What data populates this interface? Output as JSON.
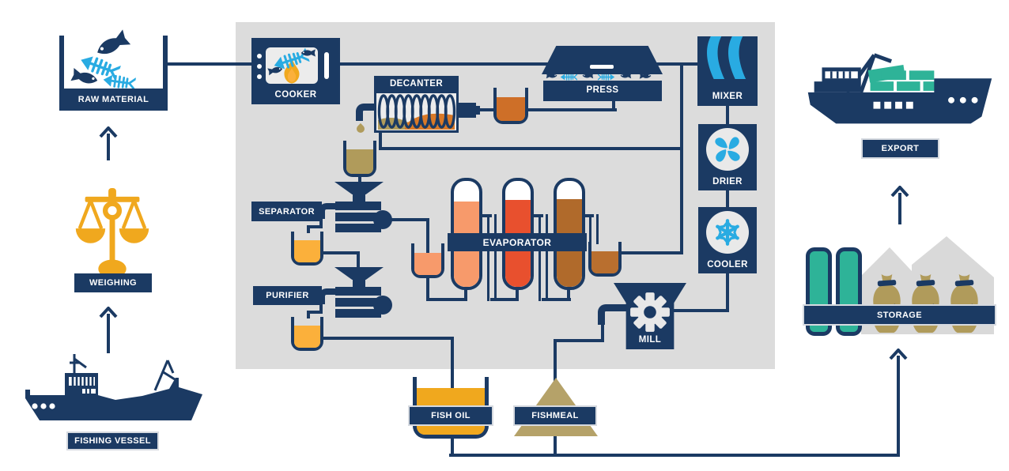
{
  "palette": {
    "navy": "#1b3a63",
    "light_blue": "#29abe2",
    "gold": "#f0a81e",
    "amber": "#fbb03b",
    "tan": "#b09b5b",
    "teal": "#2eb398",
    "panel_gray": "#dcdcdc",
    "salmon": "#f79a6b",
    "red_orange": "#e8502e",
    "brown": "#b06a2b",
    "dark_orange": "#ce6f28"
  },
  "stations": {
    "fishing_vessel": {
      "label": "FISHING VESSEL",
      "icon": "trawler-ship"
    },
    "weighing": {
      "label": "WEIGHING",
      "icon": "balance-scale"
    },
    "raw_material": {
      "label": "RAW MATERIAL",
      "icon": "fish-in-container"
    },
    "cooker": {
      "label": "COOKER",
      "icon": "fish-over-flame"
    },
    "press": {
      "label": "PRESS",
      "icon": "pressed-fish"
    },
    "decanter": {
      "label": "DECANTER",
      "icon": "screw-conveyor-coil"
    },
    "separator": {
      "label": "SEPARATOR",
      "icon": "centrifuge"
    },
    "purifier": {
      "label": "PURIFIER",
      "icon": "centrifuge"
    },
    "evaporator": {
      "label": "EVAPORATOR",
      "icon": "evaporator-columns"
    },
    "mixer": {
      "label": "MIXER",
      "icon": "flow-stripes"
    },
    "drier": {
      "label": "DRIER",
      "icon": "fan"
    },
    "cooler": {
      "label": "COOLER",
      "icon": "snowflake"
    },
    "mill": {
      "label": "MILL",
      "icon": "gear"
    },
    "fish_oil": {
      "label": "FISH OIL",
      "icon": "oil-vat"
    },
    "fishmeal": {
      "label": "FISHMEAL",
      "icon": "meal-pile"
    },
    "storage": {
      "label": "STORAGE",
      "icon": "tanks-sacks-warehouse"
    },
    "export": {
      "label": "EXPORT",
      "icon": "cargo-ship-crane"
    }
  },
  "flow": [
    {
      "from": "fishing_vessel",
      "to": "weighing"
    },
    {
      "from": "weighing",
      "to": "raw_material"
    },
    {
      "from": "raw_material",
      "to": "cooker"
    },
    {
      "from": "cooker",
      "to": "press"
    },
    {
      "from": "press",
      "to": "mixer"
    },
    {
      "from": "press",
      "to": "decanter"
    },
    {
      "from": "decanter",
      "to": "separator"
    },
    {
      "from": "decanter",
      "to": "mixer"
    },
    {
      "from": "separator",
      "to": "purifier"
    },
    {
      "from": "separator",
      "to": "evaporator"
    },
    {
      "from": "evaporator",
      "to": "mixer"
    },
    {
      "from": "purifier",
      "to": "fish_oil"
    },
    {
      "from": "mixer",
      "to": "drier"
    },
    {
      "from": "drier",
      "to": "cooler"
    },
    {
      "from": "cooler",
      "to": "mill"
    },
    {
      "from": "mill",
      "to": "fishmeal"
    },
    {
      "from": "fish_oil",
      "to": "storage"
    },
    {
      "from": "fishmeal",
      "to": "storage"
    },
    {
      "from": "storage",
      "to": "export"
    }
  ]
}
